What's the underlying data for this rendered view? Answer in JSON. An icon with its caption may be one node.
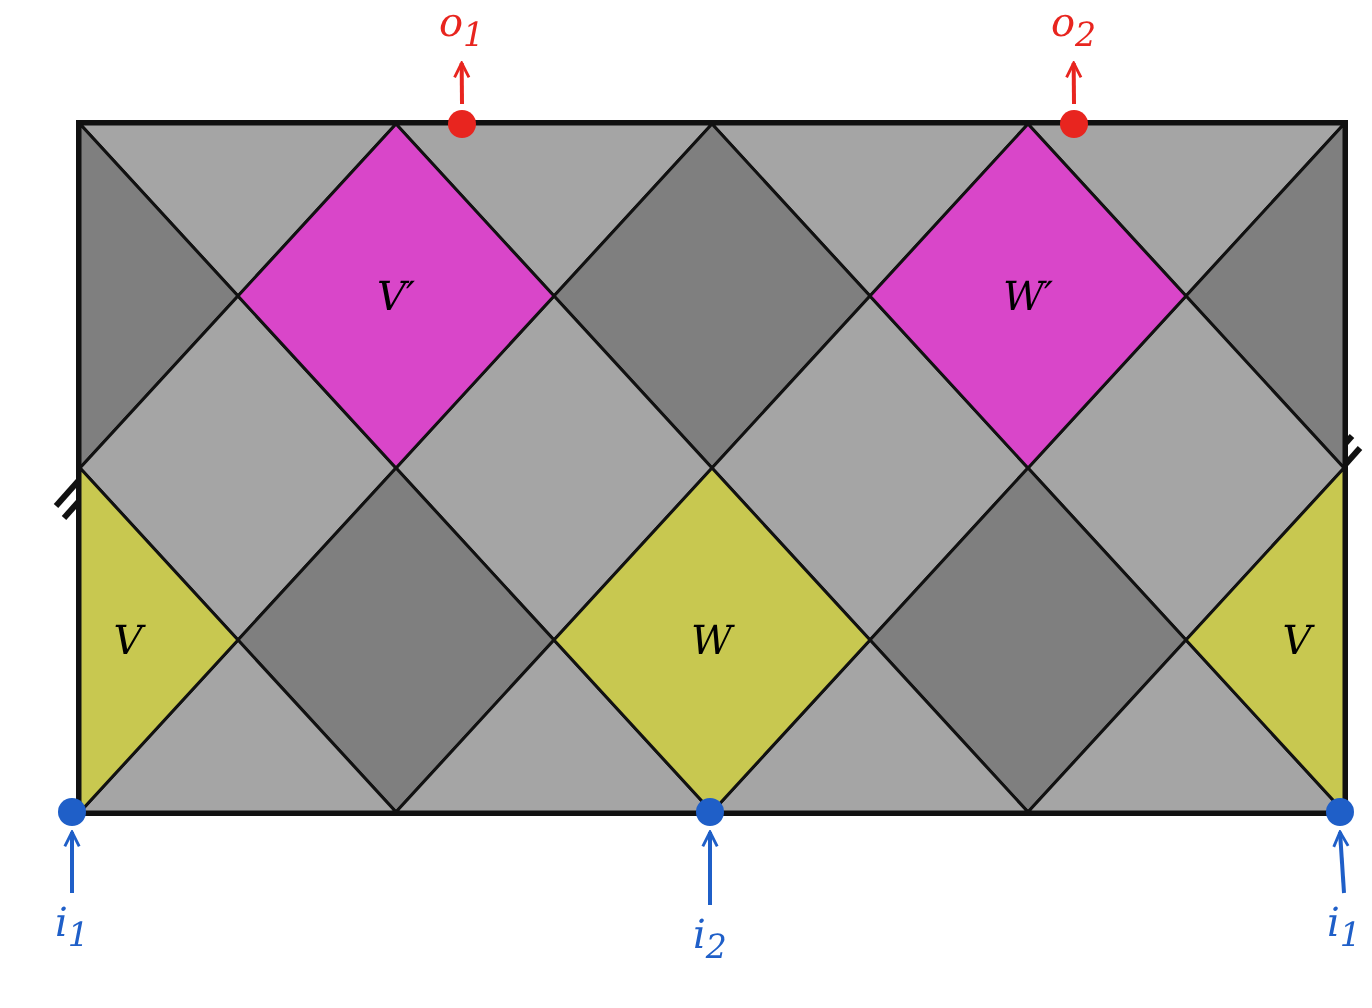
{
  "diagram": {
    "nodes": [
      {
        "text": [
          "o$_{1}$"
        ]
      },
      {
        "text": [
          "o$_{2}$"
        ]
      },
      {
        "text": [
          "V′"
        ]
      },
      {
        "text": [
          "W′"
        ]
      },
      {
        "text": [
          "V"
        ]
      },
      {
        "text": [
          "W"
        ]
      },
      {
        "text": [
          "V"
        ]
      },
      {
        "text": [],
        "shape": "circle"
      },
      {
        "text": [],
        "shape": "circle"
      },
      {
        "text": [],
        "shape": "circle"
      },
      {
        "text": [],
        "shape": "circle"
      },
      {
        "text": [],
        "shape": "circle"
      },
      {
        "text": [
          "i$_{1}$"
        ]
      },
      {
        "text": [
          "i$_{2}$"
        ]
      },
      {
        "text": [
          "i$_{1}$"
        ]
      },
      {
        "text": [],
        "shape": "diamond"
      },
      {
        "text": [],
        "shape": "diamond"
      },
      {
        "text": [],
        "shape": "diamond"
      },
      {
        "text": [],
        "shape": "diamond"
      },
      {
        "text": [],
        "shape": "diamond"
      },
      {
        "text": [],
        "shape": "diamond"
      },
      {
        "text": [],
        "shape": "diamond"
      },
      {
        "text": [],
        "shape": "diamond"
      },
      {
        "text": [],
        "shape": "diamond"
      },
      {
        "text": [],
        "shape": "diamond"
      },
      {
        "text": [],
        "shape": "diamond"
      },
      {
        "text": [],
        "shape": "diamond"
      },
      {
        "text": [],
        "shape": "diamond"
      },
      {
        "text": [],
        "shape": "diamond"
      },
      {
        "text": [],
        "shape": "diamond"
      },
      {
        "text": [],
        "shape": "diamond"
      },
      {
        "text": [],
        "shape": "diamond"
      }
    ],
    "edges": [
      {
        "from": 7,
        "to": 0,
        "arrow": "to",
        "color": "#e8251f"
      },
      {
        "from": 8,
        "to": 1,
        "arrow": "to",
        "color": "#e8251f"
      },
      {
        "from": 12,
        "to": 9,
        "arrow": "to"
      },
      {
        "from": 13,
        "to": 10,
        "arrow": "to"
      },
      {
        "from": 14,
        "to": 11,
        "arrow": "to"
      }
    ]
  }
}
